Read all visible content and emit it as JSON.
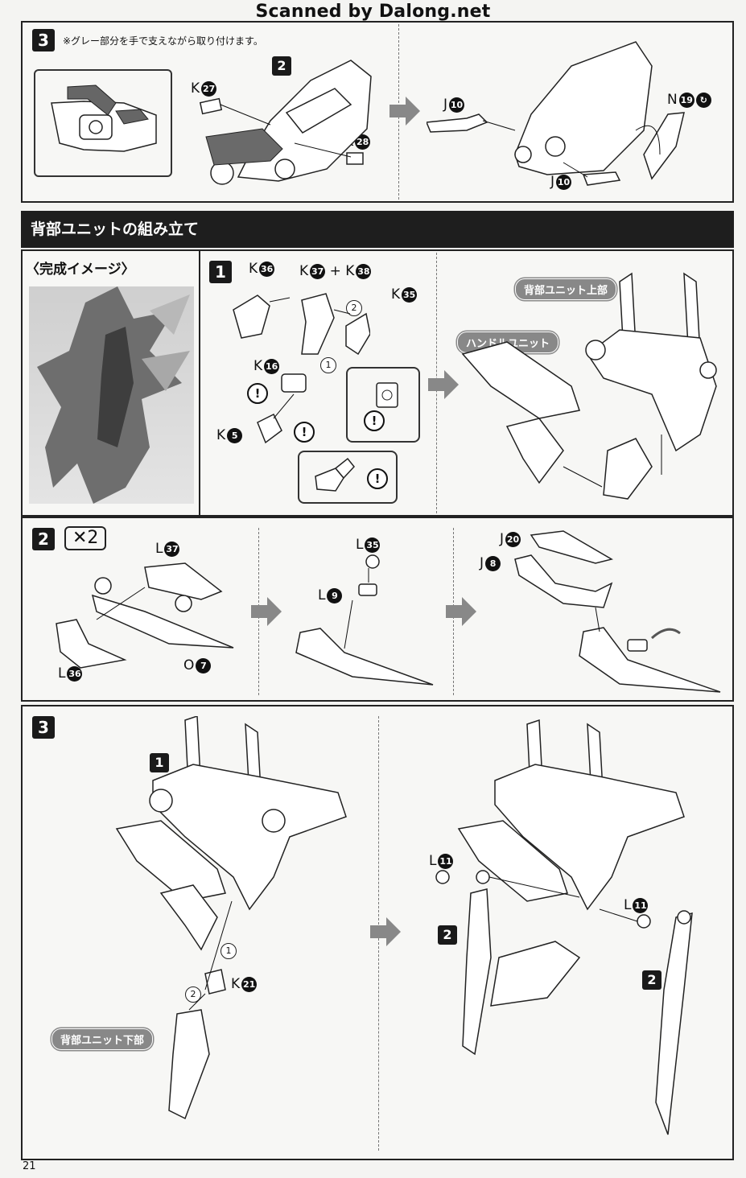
{
  "watermark": "Scanned by Dalong.net",
  "top_section": {
    "step_num": "3",
    "note": "※グレー部分を手で支えながら取り付けます。",
    "subpart_num": "2",
    "labels": {
      "k27": {
        "letter": "K",
        "num": "27"
      },
      "k28": {
        "letter": "K",
        "num": "28"
      },
      "j10a": {
        "letter": "J",
        "num": "10"
      },
      "j10b": {
        "letter": "J",
        "num": "10"
      },
      "n19": {
        "letter": "N",
        "num": "19"
      }
    }
  },
  "section_title": "背部ユニットの組み立て",
  "preview_title": "〈完成イメージ〉",
  "step1": {
    "num": "1",
    "labels": {
      "k36": {
        "letter": "K",
        "num": "36"
      },
      "k37": {
        "letter": "K",
        "num": "37"
      },
      "plus": "+",
      "k38": {
        "letter": "K",
        "num": "38"
      },
      "k35": {
        "letter": "K",
        "num": "35"
      },
      "k16": {
        "letter": "K",
        "num": "16"
      },
      "k5": {
        "letter": "K",
        "num": "5"
      }
    },
    "order_1": "1",
    "order_2": "2",
    "warn": "!",
    "pill_upper": "背部ユニット上部",
    "pill_handle": "ハンドルユニット"
  },
  "step2": {
    "num": "2",
    "times": "✕2",
    "labels": {
      "l37": {
        "letter": "L",
        "num": "37"
      },
      "l36": {
        "letter": "L",
        "num": "36"
      },
      "o7": {
        "letter": "O",
        "num": "7"
      },
      "l35": {
        "letter": "L",
        "num": "35"
      },
      "l9": {
        "letter": "L",
        "num": "9"
      },
      "j20": {
        "letter": "J",
        "num": "20"
      },
      "j8": {
        "letter": "J",
        "num": "8"
      }
    }
  },
  "step3": {
    "num": "3",
    "sub1": "1",
    "sub2a": "2",
    "sub2b": "2",
    "order_1": "1",
    "order_2": "2",
    "labels": {
      "k21": {
        "letter": "K",
        "num": "21"
      },
      "l11a": {
        "letter": "L",
        "num": "11"
      },
      "l11b": {
        "letter": "L",
        "num": "11"
      }
    },
    "pill_lower": "背部ユニット下部"
  },
  "page_number": "21"
}
